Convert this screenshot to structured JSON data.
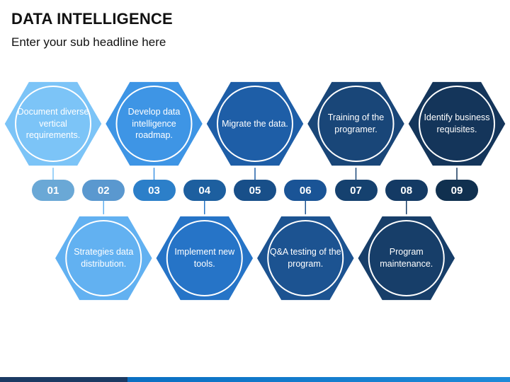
{
  "header": {
    "title": "DATA INTELLIGENCE",
    "subtitle": "Enter your sub headline here"
  },
  "steps": [
    {
      "number": "01",
      "text": "Document diverse vertical requirements.",
      "color": "#7cc4f7"
    },
    {
      "number": "02",
      "text": "Strategies data distribution.",
      "color": "#62b1f1"
    },
    {
      "number": "03",
      "text": "Develop data intelligence roadmap.",
      "color": "#3e95e5"
    },
    {
      "number": "04",
      "text": "Implement new tools.",
      "color": "#2674c7"
    },
    {
      "number": "05",
      "text": "Migrate the data.",
      "color": "#1e5ea7"
    },
    {
      "number": "06",
      "text": "Q&A testing of the program.",
      "color": "#1c5391"
    },
    {
      "number": "07",
      "text": "Training of the programer.",
      "color": "#194678"
    },
    {
      "number": "08",
      "text": "Program maintenance.",
      "color": "#173e69"
    },
    {
      "number": "09",
      "text": "Identify business requisites.",
      "color": "#14355a"
    }
  ],
  "badge_colors": [
    "#6aa8d6",
    "#5a98cf",
    "#2c7fc9",
    "#1d5f9f",
    "#184f89",
    "#1a5496",
    "#15416f",
    "#143a64",
    "#10304f"
  ]
}
